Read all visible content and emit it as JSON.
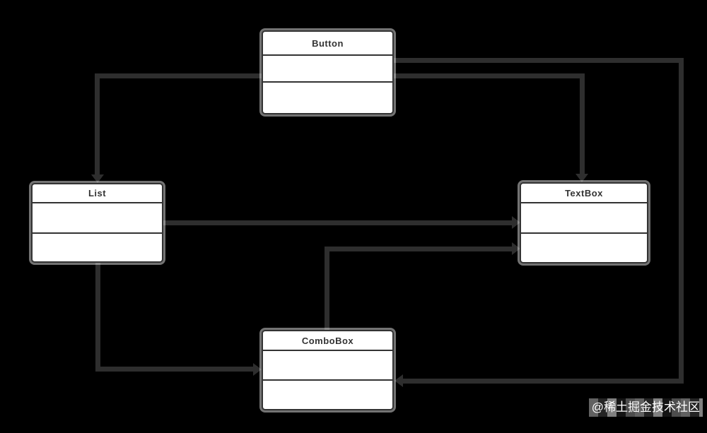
{
  "diagram": {
    "type": "uml-class-diagram",
    "colors": {
      "background": "#000000",
      "edge": "#2e2e2e",
      "box-border": "#333333",
      "box-fill": "#ffffff",
      "title-text": "#333333"
    },
    "nodes": [
      {
        "id": "button",
        "label": "Button",
        "compartments": 2
      },
      {
        "id": "list",
        "label": "List",
        "compartments": 2
      },
      {
        "id": "textbox",
        "label": "TextBox",
        "compartments": 2
      },
      {
        "id": "combobox",
        "label": "ComboBox",
        "compartments": 2
      }
    ],
    "edges": [
      {
        "from": "Button",
        "to": "List",
        "arrow": "into List top"
      },
      {
        "from": "Button",
        "to": "TextBox",
        "arrow": "into TextBox top"
      },
      {
        "from": "Button",
        "to": "ComboBox",
        "arrow": "into ComboBox right"
      },
      {
        "from": "List",
        "to": "TextBox",
        "arrow": "into TextBox left upper"
      },
      {
        "from": "List",
        "to": "ComboBox",
        "arrow": "into ComboBox left"
      },
      {
        "from": "ComboBox",
        "to": "TextBox",
        "arrow": "into TextBox left lower"
      }
    ]
  },
  "watermark": {
    "text": "@稀土掘金技术社区"
  }
}
